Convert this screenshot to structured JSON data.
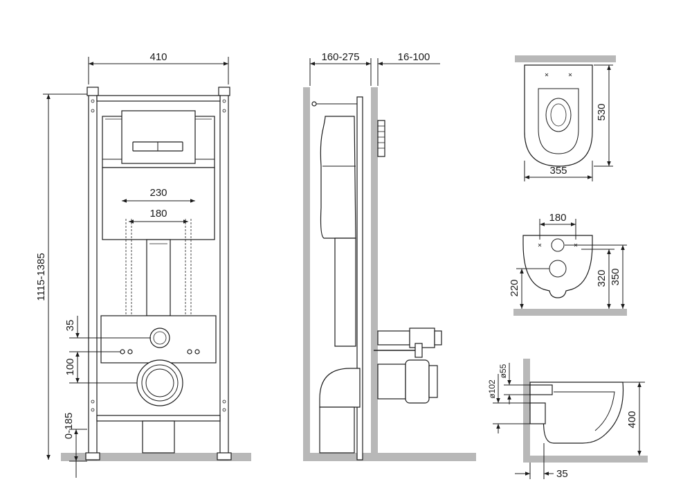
{
  "front_view": {
    "width_label": "410",
    "height_label": "1115-1385",
    "fix_230_label": "230",
    "fix_180_label": "180",
    "offset_35_label": "35",
    "offset_100_label": "100",
    "bottom_label": "0-185"
  },
  "side_view": {
    "depth_label": "160-275",
    "wall_label": "16-100"
  },
  "bowl_top": {
    "length_label": "530",
    "width_label": "355"
  },
  "bowl_back": {
    "fix_label": "180",
    "h220_label": "220",
    "h320_label": "320",
    "h350_label": "350"
  },
  "bowl_side": {
    "d55_label": "ø55",
    "d102_label": "ø102",
    "height_label": "400",
    "offset_label": "35"
  }
}
